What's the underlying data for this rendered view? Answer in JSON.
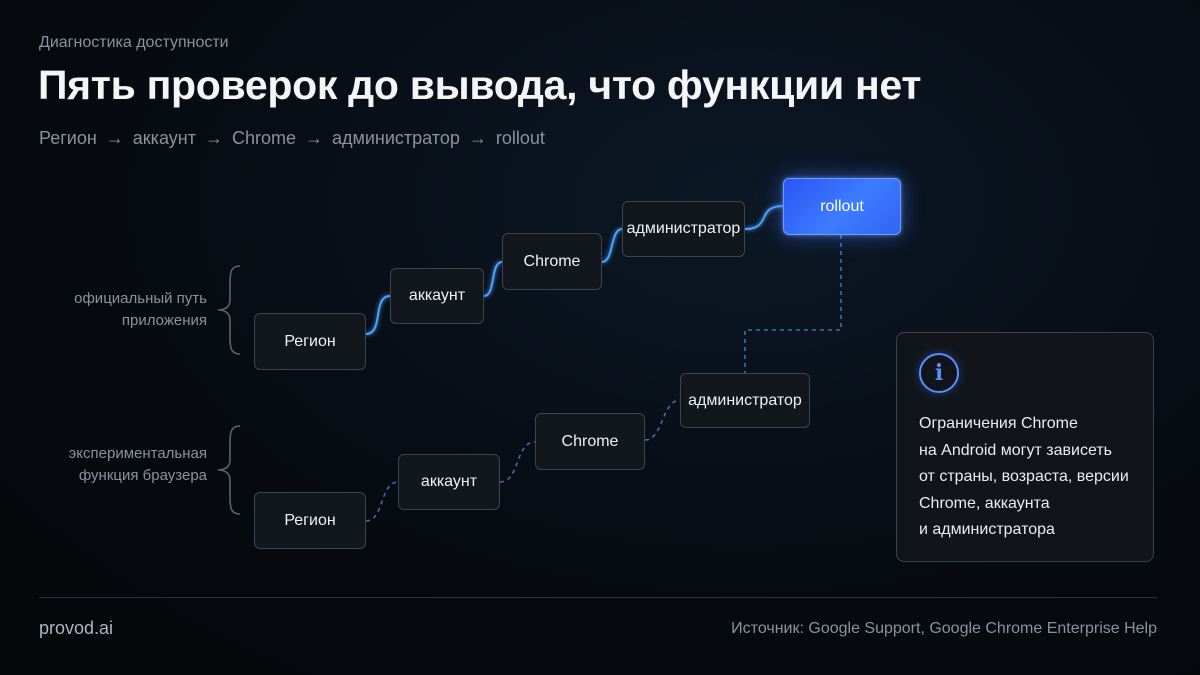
{
  "header": {
    "eyebrow": "Диагностика доступности",
    "title": "Пять проверок до вывода, что функции нет",
    "breadcrumb": [
      "Регион",
      "аккаунт",
      "Chrome",
      "администратор",
      "rollout"
    ],
    "arrow": "→"
  },
  "diagram": {
    "official_label": [
      "официальный путь",
      "приложения"
    ],
    "experimental_label": [
      "экспериментальная",
      "функция браузера"
    ],
    "official_path": [
      "Регион",
      "аккаунт",
      "Chrome",
      "администратор"
    ],
    "experimental_path": [
      "Регион",
      "аккаунт",
      "Chrome",
      "администратор"
    ],
    "final_node": "rollout",
    "colors": {
      "accent": "#3d7cff",
      "solid_link": "#4aa3ff",
      "dashed_link": "#3f6fb0"
    }
  },
  "info_card": {
    "icon": "info-icon",
    "icon_glyph": "i",
    "lines": [
      "Ограничения Chrome",
      "на Android могут зависеть",
      "от страны, возраста, версии",
      "Chrome, аккаунта",
      "и администратора"
    ]
  },
  "footer": {
    "brand": "provod.ai",
    "source": "Источник: Google Support, Google Chrome Enterprise Help"
  }
}
